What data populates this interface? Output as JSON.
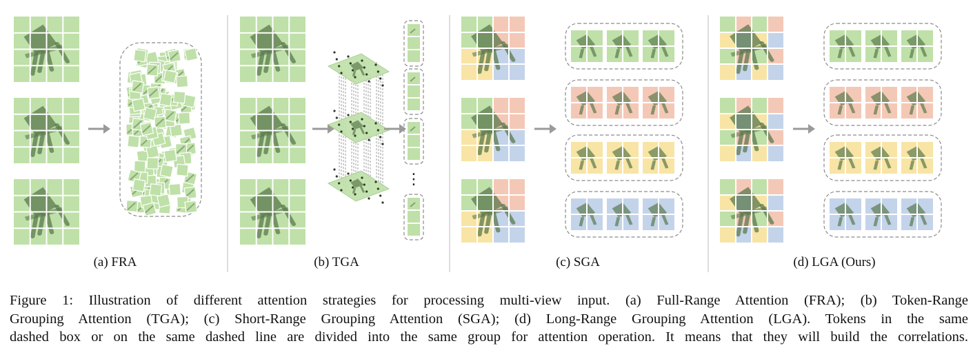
{
  "panels": [
    {
      "id": "fra",
      "label": "(a) FRA"
    },
    {
      "id": "tga",
      "label": "(b) TGA"
    },
    {
      "id": "sga",
      "label": "(c) SGA"
    },
    {
      "id": "lga",
      "label": "(d) LGA (Ours)"
    }
  ],
  "ellipsis": "⋮",
  "caption_lines": [
    "Figure 1: Illustration of different attention strategies for processing multi-view input. (a) Full-Range Attention (FRA); (b) Token-Range",
    "Grouping Attention (TGA); (c) Short-Range Grouping Attention (SGA); (d) Long-Range Grouping Attention (LGA). Tokens in the same",
    "dashed box or on the same dashed line are divided into the same group for attention operation. It means that they will build the correlations."
  ],
  "colors": {
    "green": "#bfe0a8",
    "red": "#f4c8b6",
    "yellow": "#f8e4a4",
    "blue": "#c3d3ea",
    "grid_line": "#ffffff",
    "chair": "#5b7a4e",
    "arrow": "#9a9a9a",
    "dash": "#8a8a8a",
    "divider": "#bbbbbb"
  }
}
